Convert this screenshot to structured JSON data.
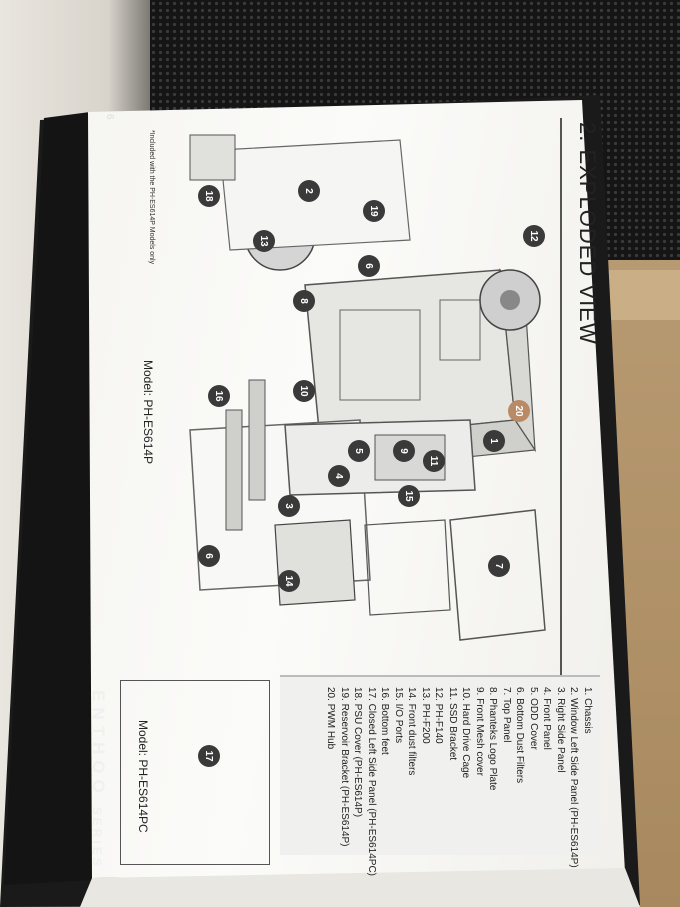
{
  "section_title": "2. EXPLODED VIEW",
  "page_number": "6",
  "parts_list": [
    "1. Chassis",
    "2. Window Left Side Panel (PH-ES614P)",
    "3. Right Side Panel",
    "4. Front Panel",
    "5. ODD Cover",
    "6. Bottom Dust Filters",
    "7. Top Panel",
    "8. Phanteks Logo Plate",
    "9. Front Mesh cover",
    "10. Hard Drive Cage",
    "11. SSD Bracket",
    "12. PH-F140",
    "13. PH-F200",
    "14. Front dust filters",
    "15. I/O Ports",
    "16. Bottom feet",
    "17. Closed Left Side Panel (PH-ES614PC)",
    "18. PSU Cover (PH-ES614P)",
    "19. Reservoir Bracket (PH-ES614P)",
    "20. PWM Hub"
  ],
  "model_main": "Model: PH-ES614P",
  "model_inset": "Model: PH-ES614PC",
  "footnote": "*Included with the PH-ES614P Models only",
  "brand": "ENTHOO",
  "brand_series": "SERIES",
  "callouts": [
    "1",
    "2",
    "3",
    "4",
    "5",
    "6",
    "7",
    "8",
    "9",
    "10",
    "11",
    "12",
    "13",
    "14",
    "15",
    "16",
    "17",
    "18",
    "19",
    "20",
    "6"
  ]
}
